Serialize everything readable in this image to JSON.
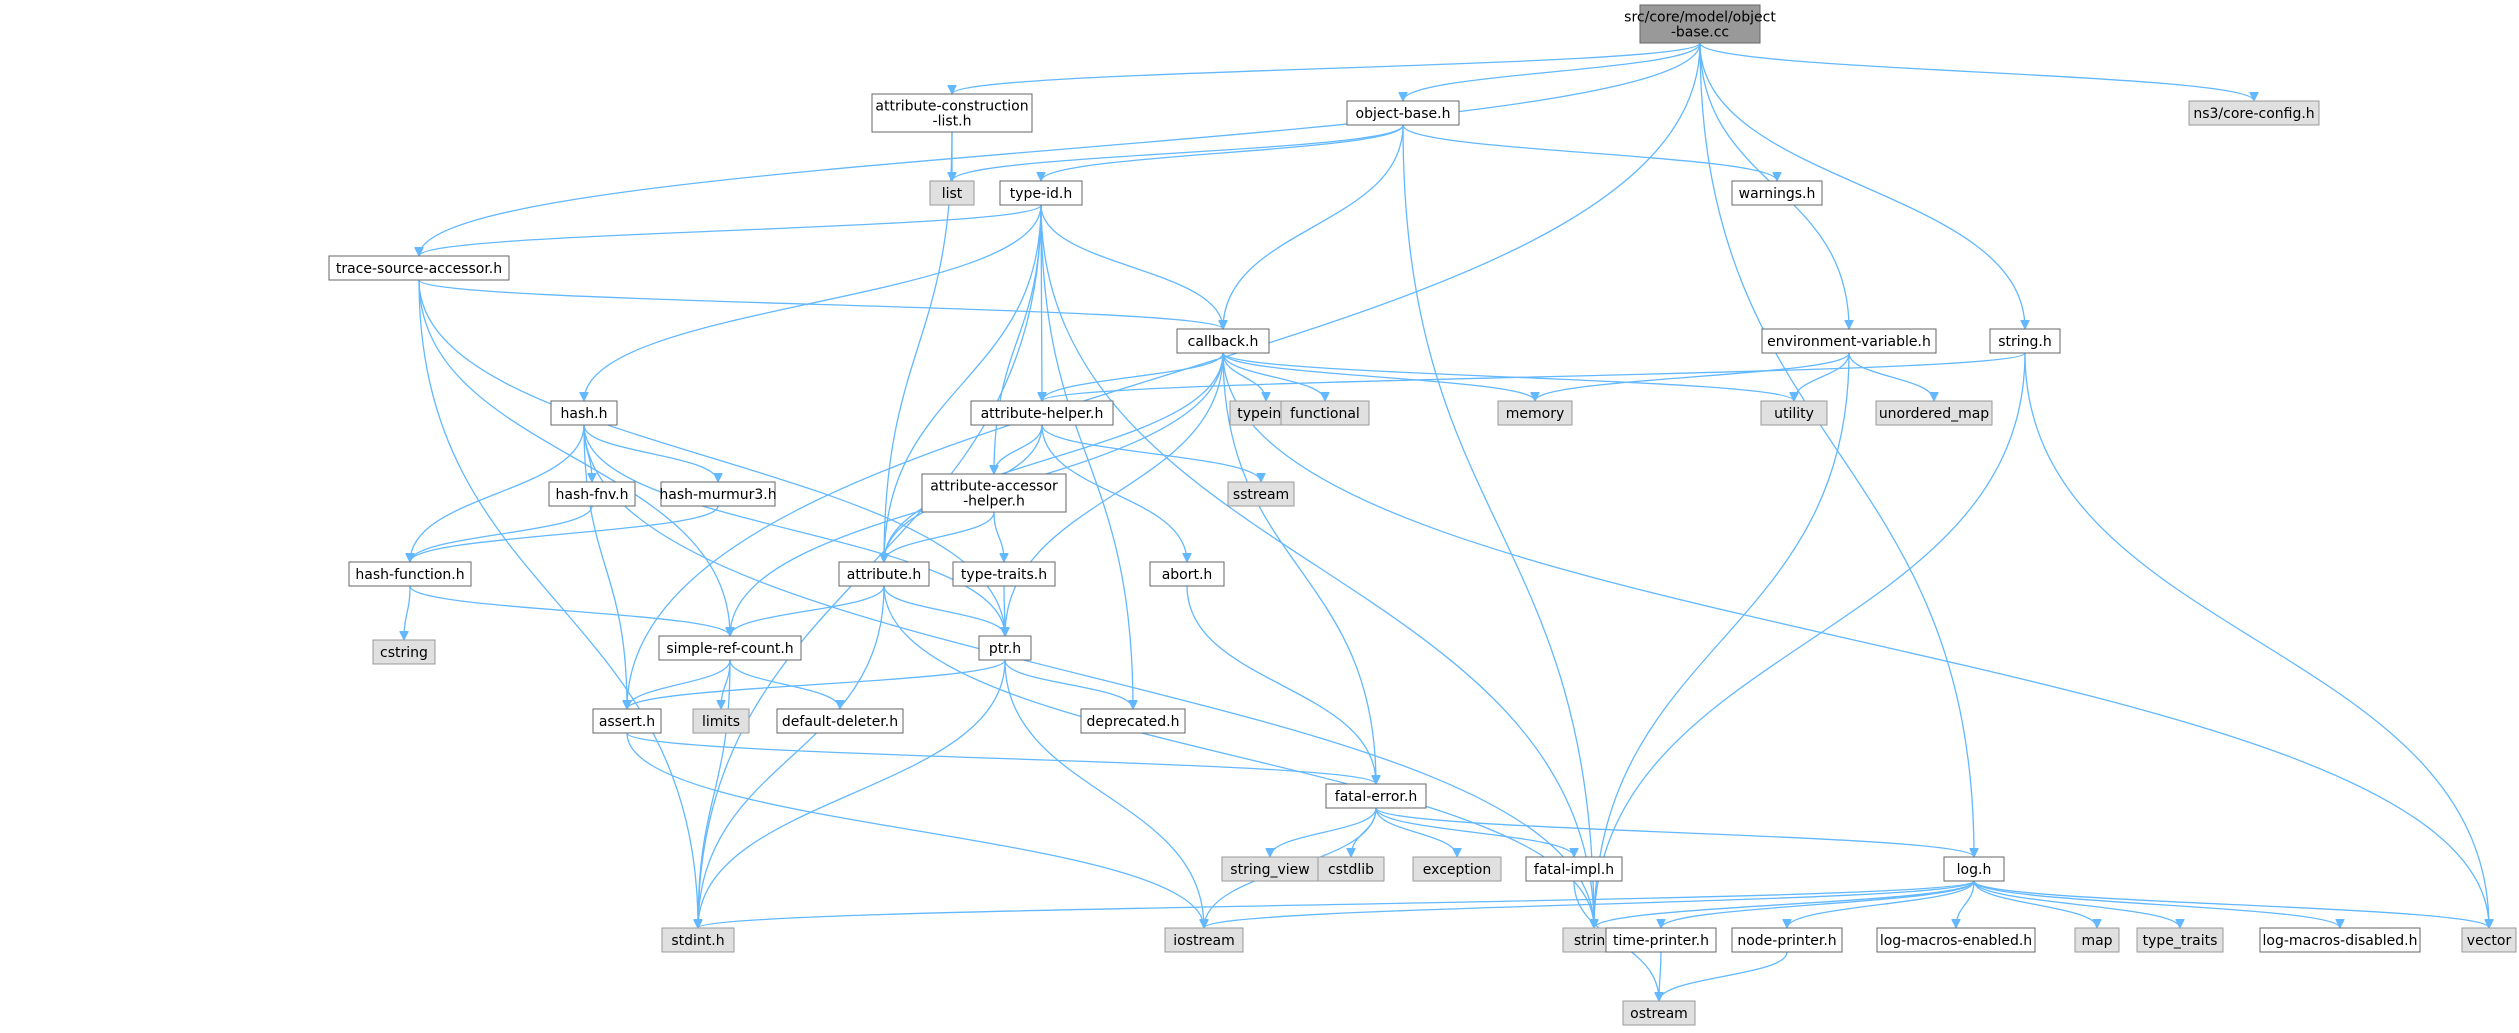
{
  "graph": {
    "title": "src/core/model/object-base.cc",
    "colors": {
      "edge": "#63b8ff",
      "root_fill": "#999999",
      "file_fill": "#ffffff",
      "system_fill": "#e0e0e0",
      "border": "#666666"
    },
    "nodes": [
      {
        "id": "object-base-cc",
        "lines": [
          "src/core/model/object",
          "-base.cc"
        ],
        "kind": "root"
      },
      {
        "id": "attribute-construction-list-h",
        "lines": [
          "attribute-construction",
          "-list.h"
        ],
        "kind": "file"
      },
      {
        "id": "object-base-h",
        "lines": [
          "object-base.h"
        ],
        "kind": "file"
      },
      {
        "id": "ns3-core-config-h",
        "lines": [
          "ns3/core-config.h"
        ],
        "kind": "system"
      },
      {
        "id": "list",
        "lines": [
          "list"
        ],
        "kind": "system"
      },
      {
        "id": "type-id-h",
        "lines": [
          "type-id.h"
        ],
        "kind": "file"
      },
      {
        "id": "warnings-h",
        "lines": [
          "warnings.h"
        ],
        "kind": "file"
      },
      {
        "id": "trace-source-accessor-h",
        "lines": [
          "trace-source-accessor.h"
        ],
        "kind": "file"
      },
      {
        "id": "callback-h",
        "lines": [
          "callback.h"
        ],
        "kind": "file"
      },
      {
        "id": "environment-variable-h",
        "lines": [
          "environment-variable.h"
        ],
        "kind": "file"
      },
      {
        "id": "string-h",
        "lines": [
          "string.h"
        ],
        "kind": "file"
      },
      {
        "id": "hash-h",
        "lines": [
          "hash.h"
        ],
        "kind": "file"
      },
      {
        "id": "attribute-helper-h",
        "lines": [
          "attribute-helper.h"
        ],
        "kind": "file"
      },
      {
        "id": "typeinfo",
        "lines": [
          "typeinfo"
        ],
        "kind": "system"
      },
      {
        "id": "functional",
        "lines": [
          "functional"
        ],
        "kind": "system"
      },
      {
        "id": "memory",
        "lines": [
          "memory"
        ],
        "kind": "system"
      },
      {
        "id": "utility",
        "lines": [
          "utility"
        ],
        "kind": "system"
      },
      {
        "id": "unordered-map",
        "lines": [
          "unordered_map"
        ],
        "kind": "system"
      },
      {
        "id": "hash-fnv-h",
        "lines": [
          "hash-fnv.h"
        ],
        "kind": "file"
      },
      {
        "id": "hash-murmur3-h",
        "lines": [
          "hash-murmur3.h"
        ],
        "kind": "file"
      },
      {
        "id": "attribute-accessor-helper-h",
        "lines": [
          "attribute-accessor",
          "-helper.h"
        ],
        "kind": "file"
      },
      {
        "id": "sstream",
        "lines": [
          "sstream"
        ],
        "kind": "system"
      },
      {
        "id": "hash-function-h",
        "lines": [
          "hash-function.h"
        ],
        "kind": "file"
      },
      {
        "id": "attribute-h",
        "lines": [
          "attribute.h"
        ],
        "kind": "file"
      },
      {
        "id": "type-traits-h",
        "lines": [
          "type-traits.h"
        ],
        "kind": "file"
      },
      {
        "id": "abort-h",
        "lines": [
          "abort.h"
        ],
        "kind": "file"
      },
      {
        "id": "cstring",
        "lines": [
          "cstring"
        ],
        "kind": "system"
      },
      {
        "id": "simple-ref-count-h",
        "lines": [
          "simple-ref-count.h"
        ],
        "kind": "file"
      },
      {
        "id": "ptr-h",
        "lines": [
          "ptr.h"
        ],
        "kind": "file"
      },
      {
        "id": "assert-h",
        "lines": [
          "assert.h"
        ],
        "kind": "file"
      },
      {
        "id": "limits",
        "lines": [
          "limits"
        ],
        "kind": "system"
      },
      {
        "id": "default-deleter-h",
        "lines": [
          "default-deleter.h"
        ],
        "kind": "file"
      },
      {
        "id": "deprecated-h",
        "lines": [
          "deprecated.h"
        ],
        "kind": "file"
      },
      {
        "id": "fatal-error-h",
        "lines": [
          "fatal-error.h"
        ],
        "kind": "file"
      },
      {
        "id": "string-view",
        "lines": [
          "string_view"
        ],
        "kind": "system"
      },
      {
        "id": "cstdlib",
        "lines": [
          "cstdlib"
        ],
        "kind": "system"
      },
      {
        "id": "exception",
        "lines": [
          "exception"
        ],
        "kind": "system"
      },
      {
        "id": "fatal-impl-h",
        "lines": [
          "fatal-impl.h"
        ],
        "kind": "file"
      },
      {
        "id": "log-h",
        "lines": [
          "log.h"
        ],
        "kind": "file"
      },
      {
        "id": "stdint-h",
        "lines": [
          "stdint.h"
        ],
        "kind": "system"
      },
      {
        "id": "iostream",
        "lines": [
          "iostream"
        ],
        "kind": "system"
      },
      {
        "id": "string",
        "lines": [
          "string"
        ],
        "kind": "system"
      },
      {
        "id": "time-printer-h",
        "lines": [
          "time-printer.h"
        ],
        "kind": "file"
      },
      {
        "id": "node-printer-h",
        "lines": [
          "node-printer.h"
        ],
        "kind": "file"
      },
      {
        "id": "log-macros-enabled-h",
        "lines": [
          "log-macros-enabled.h"
        ],
        "kind": "file"
      },
      {
        "id": "map",
        "lines": [
          "map"
        ],
        "kind": "system"
      },
      {
        "id": "type-traits",
        "lines": [
          "type_traits"
        ],
        "kind": "system"
      },
      {
        "id": "log-macros-disabled-h",
        "lines": [
          "log-macros-disabled.h"
        ],
        "kind": "file"
      },
      {
        "id": "vector",
        "lines": [
          "vector"
        ],
        "kind": "system"
      },
      {
        "id": "ostream",
        "lines": [
          "ostream"
        ],
        "kind": "system"
      }
    ],
    "edges": [
      [
        "object-base-cc",
        "attribute-construction-list-h"
      ],
      [
        "object-base-cc",
        "object-base-h"
      ],
      [
        "object-base-cc",
        "ns3-core-config-h"
      ],
      [
        "object-base-cc",
        "trace-source-accessor-h"
      ],
      [
        "object-base-cc",
        "environment-variable-h"
      ],
      [
        "object-base-cc",
        "string-h"
      ],
      [
        "object-base-cc",
        "assert-h"
      ],
      [
        "object-base-cc",
        "log-h"
      ],
      [
        "attribute-construction-list-h",
        "list"
      ],
      [
        "attribute-construction-list-h",
        "attribute-h"
      ],
      [
        "object-base-h",
        "list"
      ],
      [
        "object-base-h",
        "type-id-h"
      ],
      [
        "object-base-h",
        "warnings-h"
      ],
      [
        "object-base-h",
        "callback-h"
      ],
      [
        "object-base-h",
        "string"
      ],
      [
        "type-id-h",
        "trace-source-accessor-h"
      ],
      [
        "type-id-h",
        "callback-h"
      ],
      [
        "type-id-h",
        "hash-h"
      ],
      [
        "type-id-h",
        "attribute-helper-h"
      ],
      [
        "type-id-h",
        "attribute-accessor-helper-h"
      ],
      [
        "type-id-h",
        "attribute-h"
      ],
      [
        "type-id-h",
        "deprecated-h"
      ],
      [
        "type-id-h",
        "stdint-h"
      ],
      [
        "type-id-h",
        "string"
      ],
      [
        "trace-source-accessor-h",
        "callback-h"
      ],
      [
        "trace-source-accessor-h",
        "simple-ref-count-h"
      ],
      [
        "trace-source-accessor-h",
        "ptr-h"
      ],
      [
        "trace-source-accessor-h",
        "stdint-h"
      ],
      [
        "callback-h",
        "attribute-helper-h"
      ],
      [
        "callback-h",
        "typeinfo"
      ],
      [
        "callback-h",
        "functional"
      ],
      [
        "callback-h",
        "memory"
      ],
      [
        "callback-h",
        "utility"
      ],
      [
        "callback-h",
        "vector"
      ],
      [
        "callback-h",
        "attribute-h"
      ],
      [
        "callback-h",
        "simple-ref-count-h"
      ],
      [
        "callback-h",
        "ptr-h"
      ],
      [
        "callback-h",
        "fatal-error-h"
      ],
      [
        "environment-variable-h",
        "memory"
      ],
      [
        "environment-variable-h",
        "utility"
      ],
      [
        "environment-variable-h",
        "unordered-map"
      ],
      [
        "environment-variable-h",
        "string"
      ],
      [
        "string-h",
        "attribute-helper-h"
      ],
      [
        "string-h",
        "string"
      ],
      [
        "string-h",
        "vector"
      ],
      [
        "hash-h",
        "hash-fnv-h"
      ],
      [
        "hash-h",
        "hash-murmur3-h"
      ],
      [
        "hash-h",
        "hash-function-h"
      ],
      [
        "hash-h",
        "assert-h"
      ],
      [
        "hash-h",
        "ptr-h"
      ],
      [
        "hash-h",
        "string"
      ],
      [
        "hash-fnv-h",
        "hash-function-h"
      ],
      [
        "hash-murmur3-h",
        "hash-function-h"
      ],
      [
        "hash-function-h",
        "cstring"
      ],
      [
        "hash-function-h",
        "simple-ref-count-h"
      ],
      [
        "attribute-helper-h",
        "attribute-accessor-helper-h"
      ],
      [
        "attribute-helper-h",
        "sstream"
      ],
      [
        "attribute-helper-h",
        "abort-h"
      ],
      [
        "attribute-helper-h",
        "attribute-h"
      ],
      [
        "attribute-accessor-helper-h",
        "attribute-h"
      ],
      [
        "attribute-accessor-helper-h",
        "type-traits-h"
      ],
      [
        "attribute-h",
        "simple-ref-count-h"
      ],
      [
        "attribute-h",
        "ptr-h"
      ],
      [
        "attribute-h",
        "string"
      ],
      [
        "attribute-h",
        "stdint-h"
      ],
      [
        "type-traits-h",
        "ptr-h"
      ],
      [
        "abort-h",
        "fatal-error-h"
      ],
      [
        "simple-ref-count-h",
        "assert-h"
      ],
      [
        "simple-ref-count-h",
        "limits"
      ],
      [
        "simple-ref-count-h",
        "default-deleter-h"
      ],
      [
        "simple-ref-count-h",
        "stdint-h"
      ],
      [
        "ptr-h",
        "assert-h"
      ],
      [
        "ptr-h",
        "deprecated-h"
      ],
      [
        "ptr-h",
        "iostream"
      ],
      [
        "ptr-h",
        "stdint-h"
      ],
      [
        "assert-h",
        "fatal-error-h"
      ],
      [
        "assert-h",
        "iostream"
      ],
      [
        "fatal-error-h",
        "string-view"
      ],
      [
        "fatal-error-h",
        "cstdlib"
      ],
      [
        "fatal-error-h",
        "exception"
      ],
      [
        "fatal-error-h",
        "fatal-impl-h"
      ],
      [
        "fatal-error-h",
        "log-h"
      ],
      [
        "fatal-error-h",
        "iostream"
      ],
      [
        "fatal-impl-h",
        "ostream"
      ],
      [
        "log-h",
        "stdint-h"
      ],
      [
        "log-h",
        "iostream"
      ],
      [
        "log-h",
        "string"
      ],
      [
        "log-h",
        "time-printer-h"
      ],
      [
        "log-h",
        "node-printer-h"
      ],
      [
        "log-h",
        "log-macros-enabled-h"
      ],
      [
        "log-h",
        "map"
      ],
      [
        "log-h",
        "type-traits"
      ],
      [
        "log-h",
        "log-macros-disabled-h"
      ],
      [
        "log-h",
        "vector"
      ],
      [
        "time-printer-h",
        "ostream"
      ],
      [
        "node-printer-h",
        "ostream"
      ]
    ]
  }
}
